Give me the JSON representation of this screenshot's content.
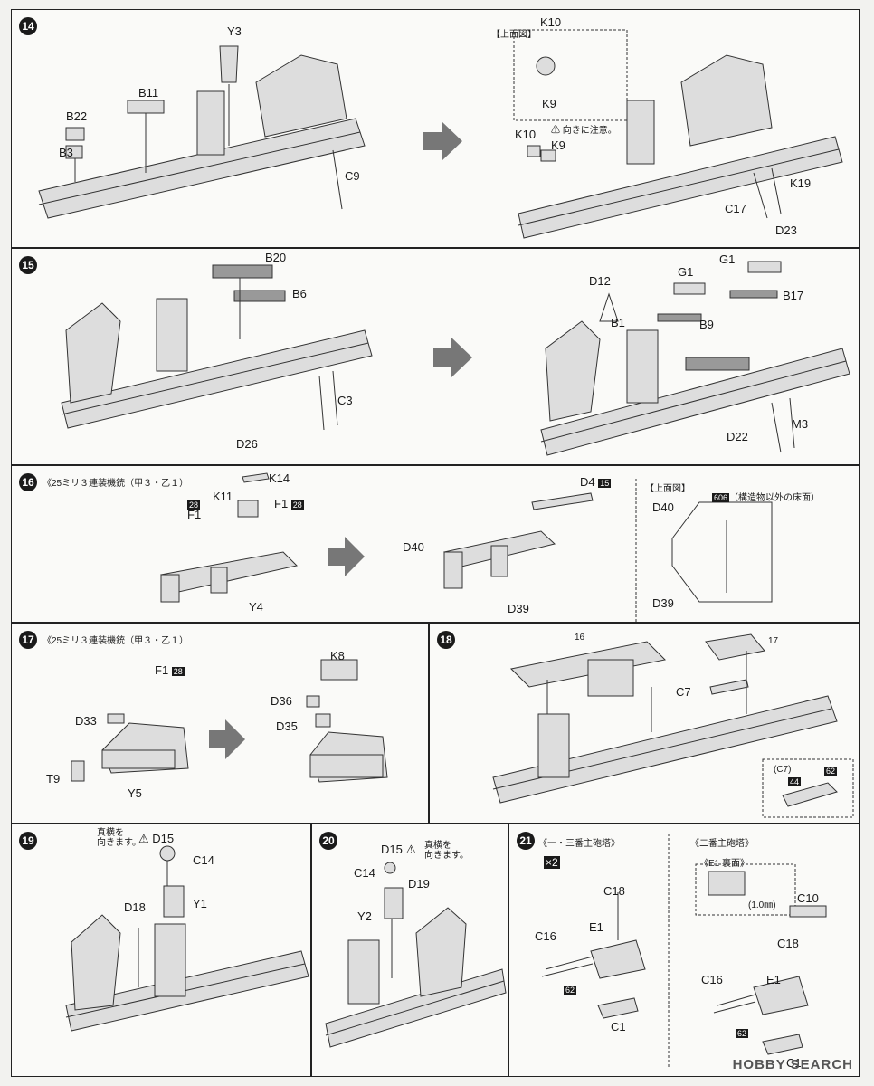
{
  "steps": {
    "s14": {
      "num": "14",
      "labels": [
        "Y3",
        "B11",
        "B22",
        "B3",
        "C9"
      ],
      "right_labels": [
        "K10",
        "K9",
        "K10",
        "K9",
        "K19",
        "C17",
        "D23"
      ],
      "top_view": "【上面図】",
      "caution": "向きに注意。"
    },
    "s15": {
      "num": "15",
      "labels": [
        "B20",
        "B6",
        "C3",
        "D26"
      ],
      "right_labels": [
        "G1",
        "D12",
        "G1",
        "B17",
        "B1",
        "B9",
        "M3",
        "D22"
      ]
    },
    "s16": {
      "num": "16",
      "title": "《25ミリ３連装機銃（甲３・乙１）",
      "labels": [
        "K14",
        "K11",
        "F1",
        "F1",
        "Y4"
      ],
      "tags": [
        "28",
        "28"
      ],
      "right_labels": [
        "D4",
        "D40",
        "D39"
      ],
      "right_tag": "15",
      "top_view": "【上面図】",
      "top_labels": [
        "D40",
        "D39"
      ],
      "paint_tag": "606",
      "paint_note": "（構造物以外の床面）"
    },
    "s17": {
      "num": "17",
      "title": "《25ミリ３連装機銃（甲３・乙１）",
      "labels": [
        "F1",
        "D33",
        "T9",
        "Y5",
        "K8",
        "D36",
        "D35"
      ],
      "tag": "28"
    },
    "s18": {
      "num": "18",
      "labels": [
        "16",
        "17",
        "C7"
      ],
      "inset": "(C7)",
      "inset_tags": [
        "44",
        "62"
      ]
    },
    "s19": {
      "num": "19",
      "note": "真横を\n向きます。",
      "labels": [
        "D15",
        "C14",
        "Y1",
        "D18"
      ]
    },
    "s20": {
      "num": "20",
      "note": "真横を\n向きます。",
      "labels": [
        "D15",
        "C14",
        "D19",
        "Y2"
      ]
    },
    "s21": {
      "num": "21",
      "title_a": "《一・三番主砲塔》",
      "title_b": "《二番主砲塔》",
      "x2": "×2",
      "sub_b": "《E1 裏面》",
      "drill": "(1.0㎜)",
      "labels_a": [
        "C18",
        "C16",
        "E1",
        "C1"
      ],
      "labels_b": [
        "C10",
        "C18",
        "C16",
        "E1",
        "C1"
      ],
      "tag": "62"
    }
  },
  "watermark": "HOBBY SEARCH"
}
